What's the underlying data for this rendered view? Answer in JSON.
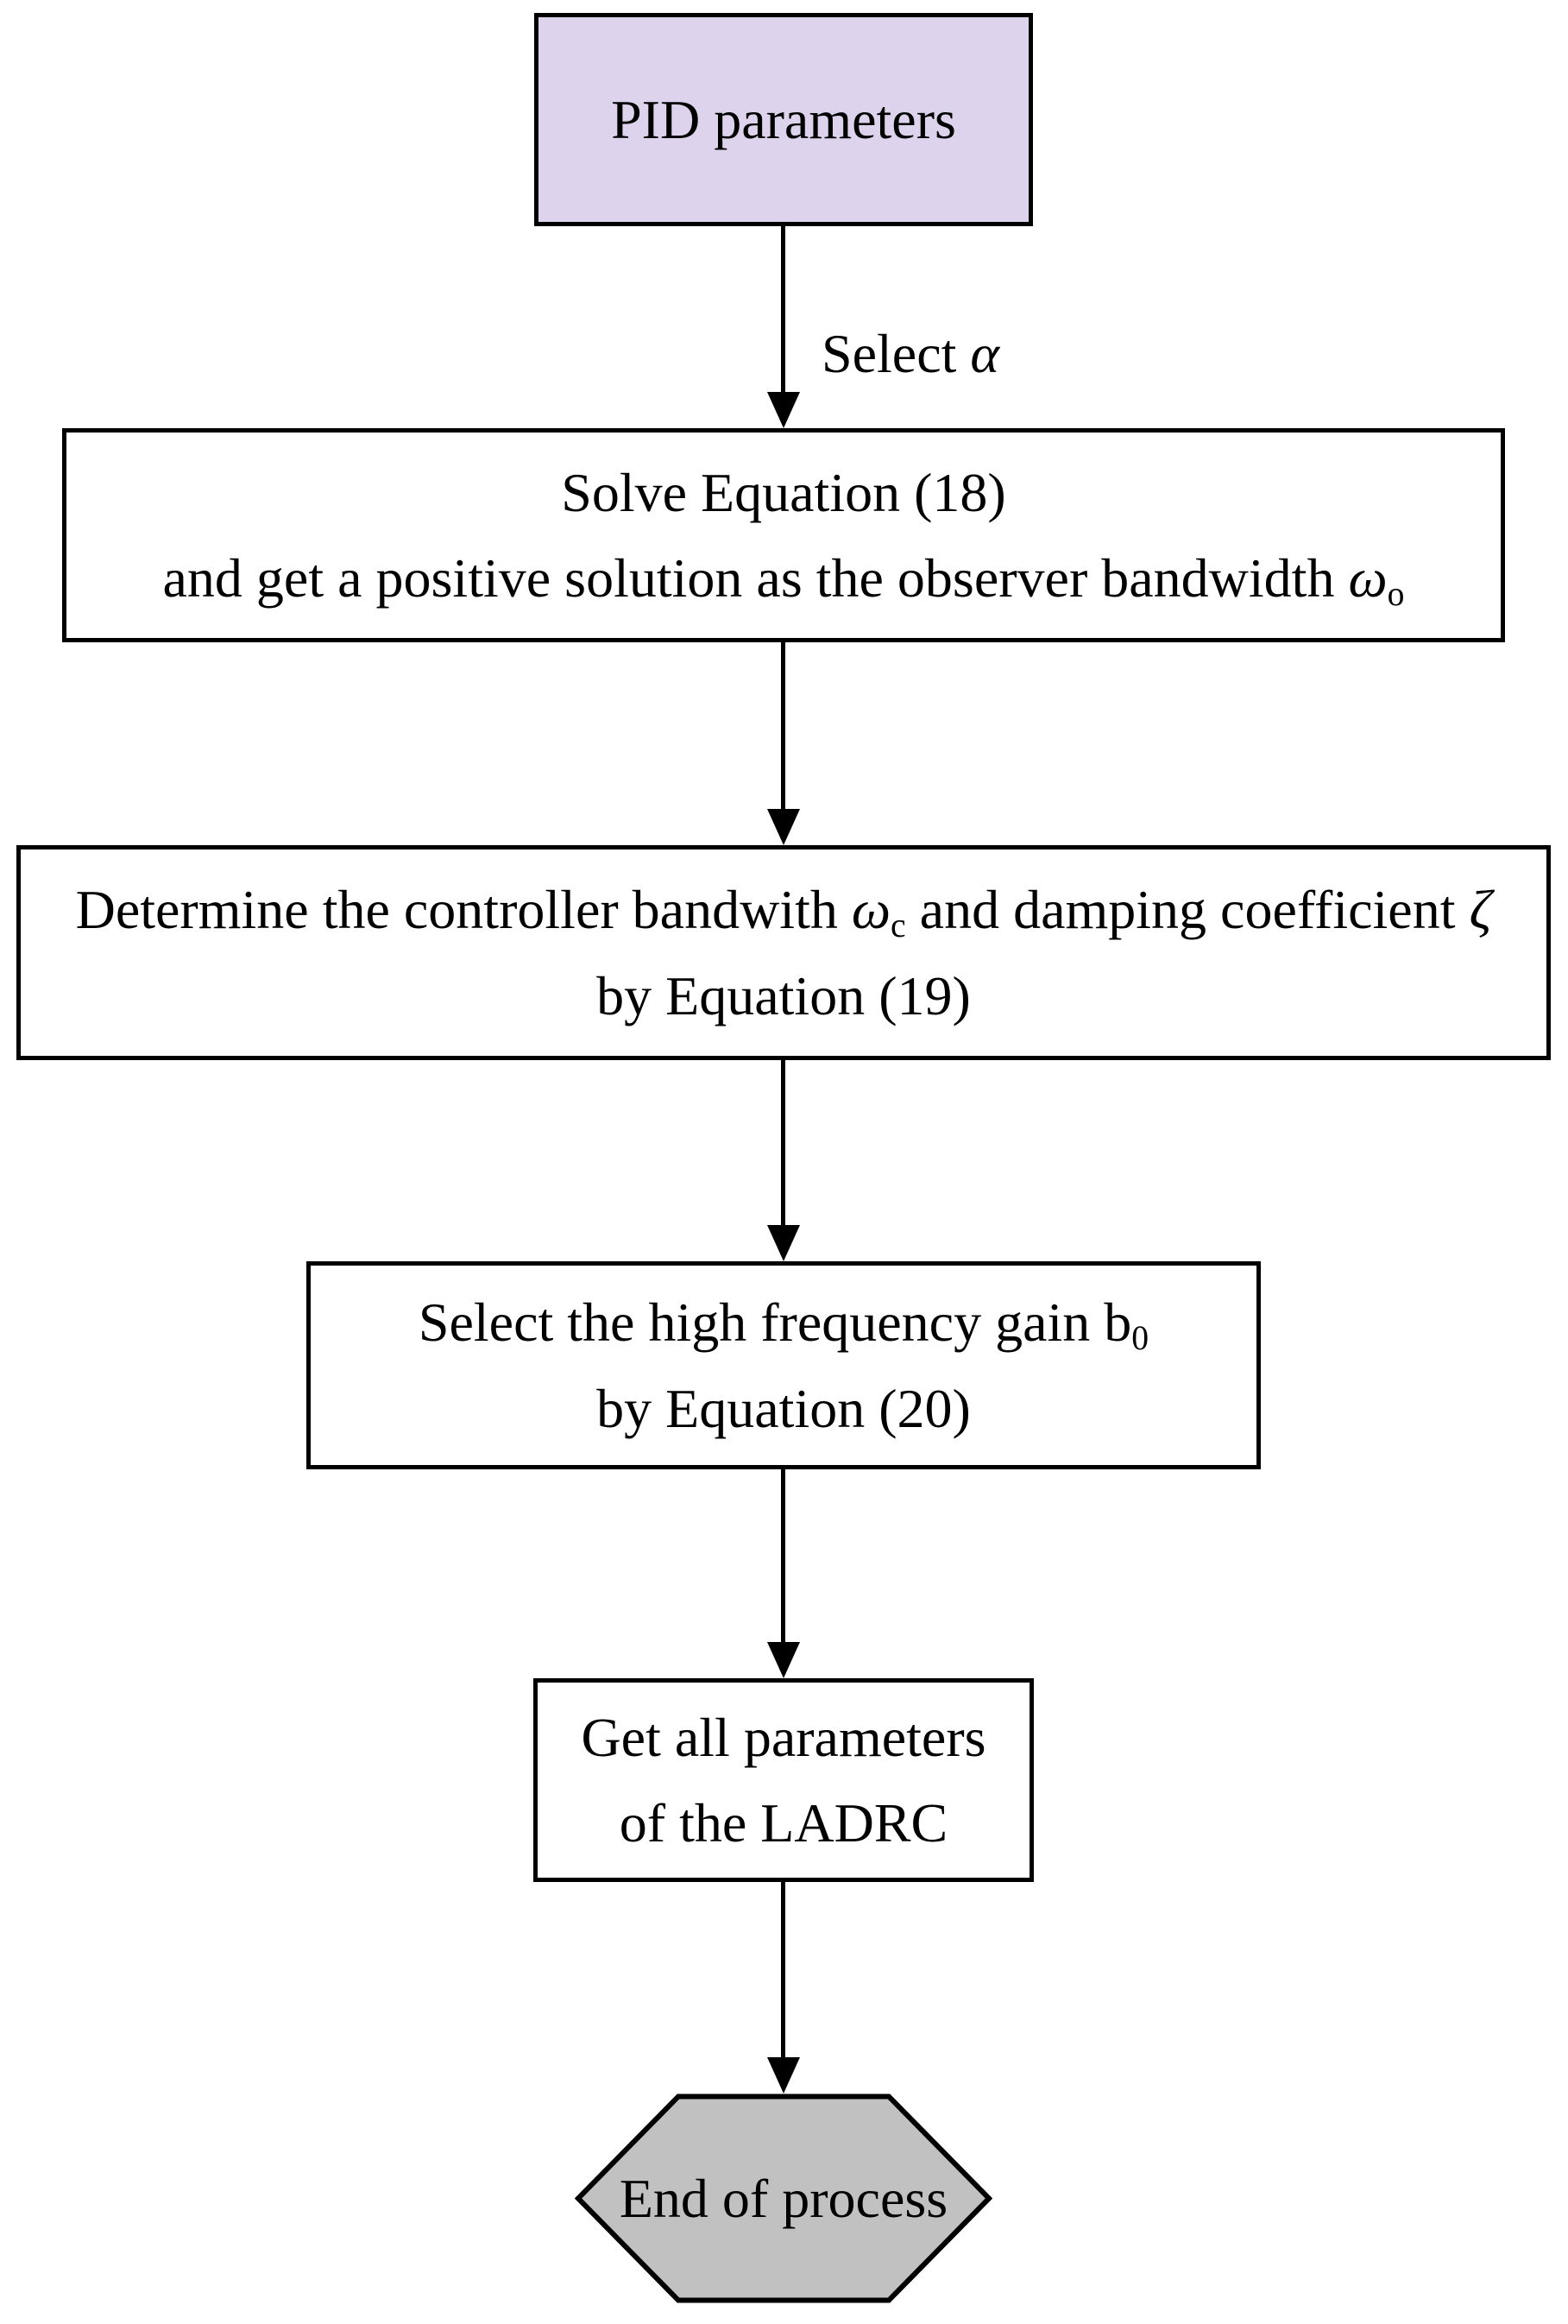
{
  "colors": {
    "background": "#ffffff",
    "line": "#000000",
    "text": "#000000",
    "start_fill": "#ded3ec",
    "process_fill": "#ffffff",
    "end_fill": "#c1c1c1"
  },
  "nodes": {
    "start": {
      "shape": "rectangle",
      "fill": "#ded3ec",
      "lines": [
        [
          {
            "t": "PID parameters"
          }
        ]
      ]
    },
    "solve": {
      "shape": "rectangle",
      "fill": "#ffffff",
      "lines": [
        [
          {
            "t": "Solve Equation (18)"
          }
        ],
        [
          {
            "t": "and get a positive solution as the observer bandwidth "
          },
          {
            "t": "ω",
            "italic": true
          },
          {
            "sub": "o"
          }
        ]
      ]
    },
    "determine": {
      "shape": "rectangle",
      "fill": "#ffffff",
      "lines": [
        [
          {
            "t": "Determine the controller bandwith "
          },
          {
            "t": "ω",
            "italic": true
          },
          {
            "sub": "c"
          },
          {
            "t": " and damping coefficient "
          },
          {
            "t": "ζ",
            "italic": true
          }
        ],
        [
          {
            "t": "by Equation (19)"
          }
        ]
      ]
    },
    "gain": {
      "shape": "rectangle",
      "fill": "#ffffff",
      "lines": [
        [
          {
            "t": "Select the high frequency gain b"
          },
          {
            "sub": "0"
          }
        ],
        [
          {
            "t": "by Equation (20)"
          }
        ]
      ]
    },
    "getall": {
      "shape": "rectangle",
      "fill": "#ffffff",
      "lines": [
        [
          {
            "t": "Get all parameters"
          }
        ],
        [
          {
            "t": "of the LADRC"
          }
        ]
      ]
    },
    "end": {
      "shape": "hexagon",
      "fill": "#c1c1c1",
      "lines": [
        [
          {
            "t": "End of process"
          }
        ]
      ]
    }
  },
  "edges": {
    "select_alpha": {
      "label": [
        [
          {
            "t": "Select "
          },
          {
            "t": "α",
            "italic": true
          }
        ]
      ]
    }
  }
}
